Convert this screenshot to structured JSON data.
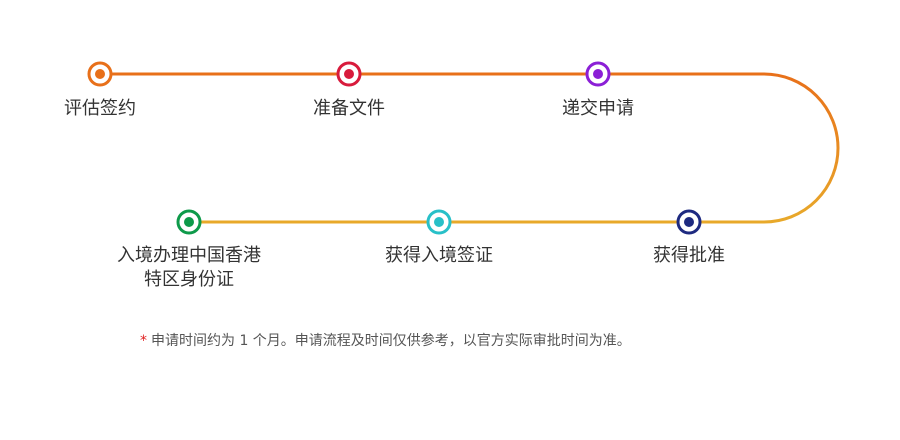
{
  "colors": {
    "track_top": "#e8701a",
    "track_bottom": "#e8a92a",
    "node_background": "#ffffff"
  },
  "steps": [
    {
      "label": "评估签约",
      "color": "#e8701a"
    },
    {
      "label": "准备文件",
      "color": "#d81b3c"
    },
    {
      "label": "递交申请",
      "color": "#8b1fd6"
    },
    {
      "label": "获得批准",
      "color": "#1e2a80"
    },
    {
      "label": "获得入境签证",
      "color": "#28c0c8"
    },
    {
      "label_line1": "入境办理中国香港",
      "label_line2": "特区身份证",
      "color": "#0e9a4a"
    }
  ],
  "footnote": {
    "marker": "*",
    "text": "申请时间约为 1 个月。申请流程及时间仅供参考，以官方实际审批时间为准。"
  }
}
